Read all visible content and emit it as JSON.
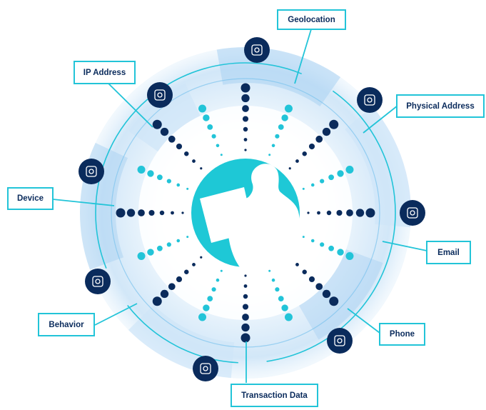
{
  "nodes": [
    {
      "key": "geolocation",
      "label": "Geolocation",
      "icon": "map-pin-card-icon"
    },
    {
      "key": "physical-address",
      "label": "Physical Address",
      "icon": "globe-pin-icon"
    },
    {
      "key": "email",
      "label": "Email",
      "icon": "envelope-icon"
    },
    {
      "key": "phone",
      "label": "Phone",
      "icon": "smartphone-icon"
    },
    {
      "key": "transaction-data",
      "label": "Transaction Data",
      "icon": "exchange-arrows-icon"
    },
    {
      "key": "behavior",
      "label": "Behavior",
      "icon": "hand-tap-icon"
    },
    {
      "key": "device",
      "label": "Device",
      "icon": "devices-icon"
    },
    {
      "key": "ip-address",
      "label": "IP Address",
      "icon": "ip-target-icon"
    }
  ],
  "center": {
    "icon": "person-with-laptop-silhouette"
  },
  "colors": {
    "navy": "#0a2b5c",
    "teal": "#22c4d8",
    "center": "#1ec8d6",
    "ring_light": "#cfe6f8",
    "ring_mid": "#a9d1f2"
  }
}
